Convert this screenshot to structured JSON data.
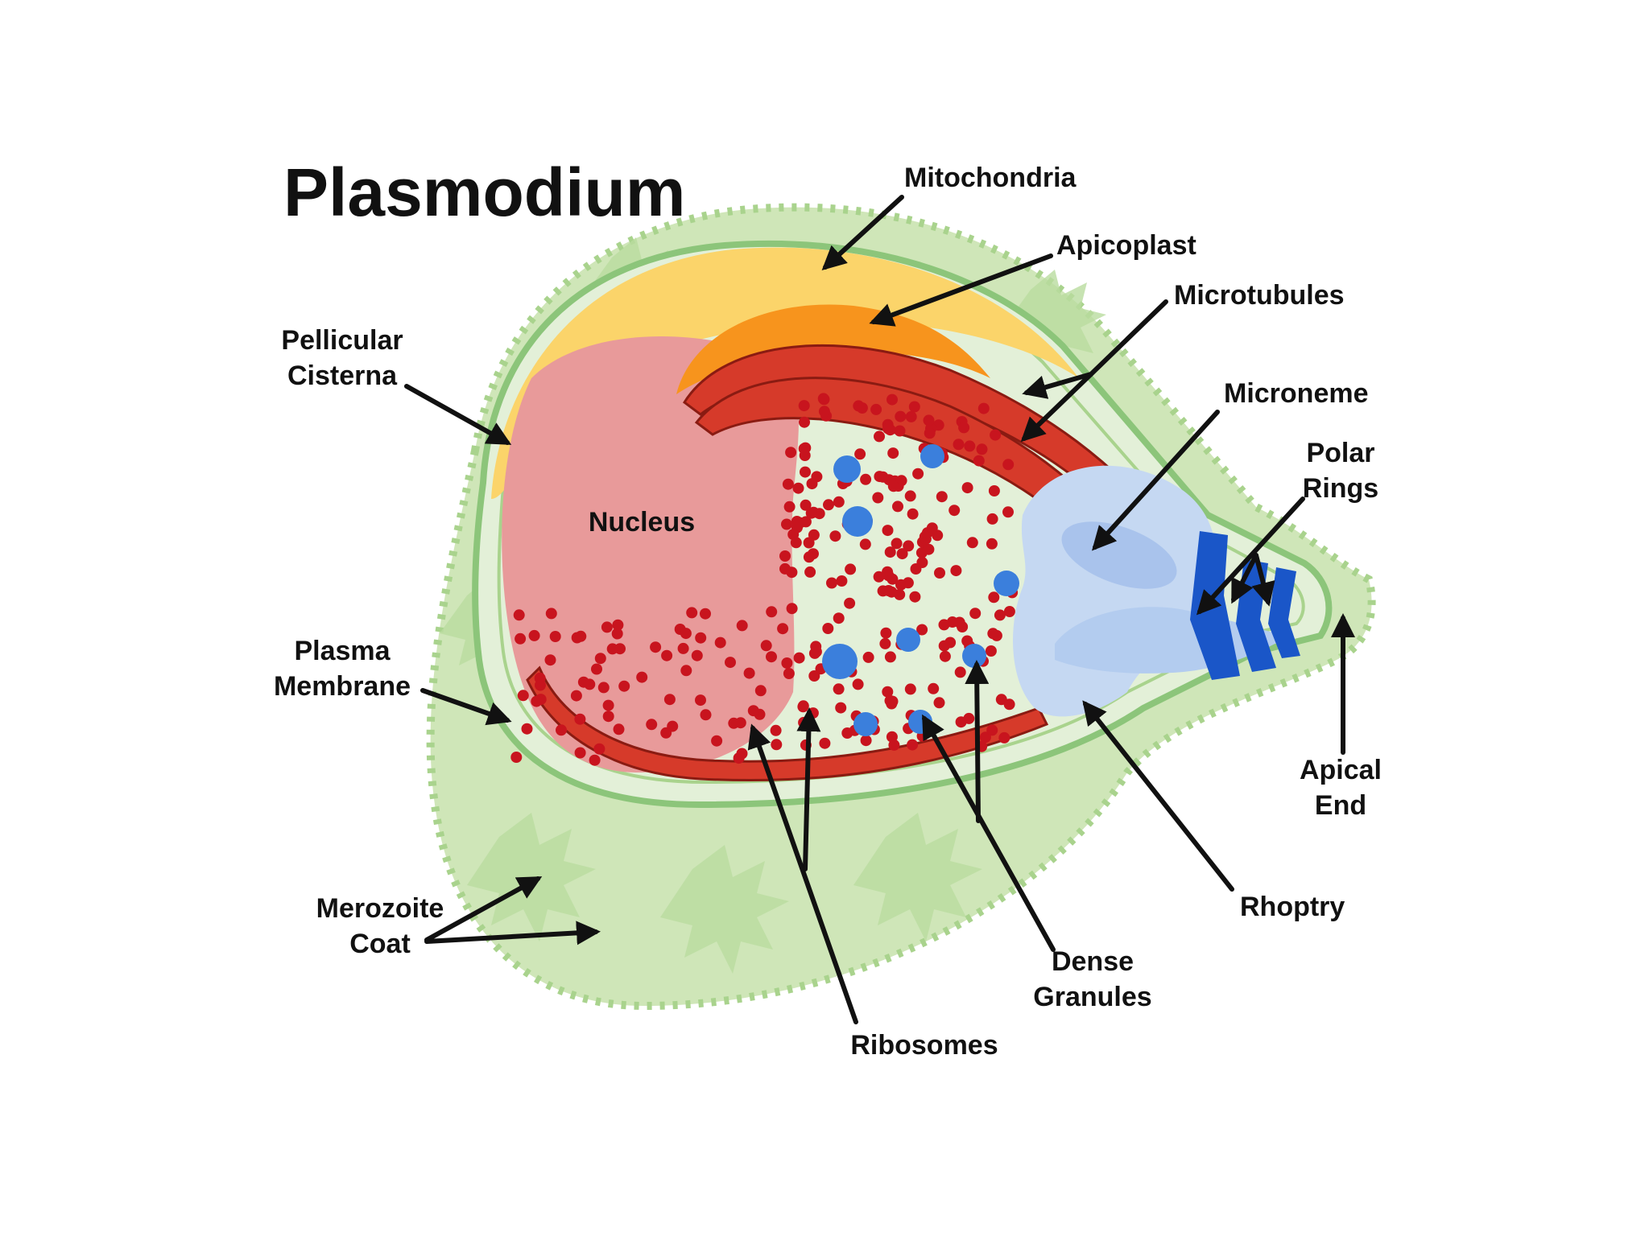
{
  "title": "Plasmodium",
  "labels": {
    "mitochondria": "Mitochondria",
    "apicoplast": "Apicoplast",
    "microtubules": "Microtubules",
    "microneme": "Microneme",
    "polar_rings_1": "Polar",
    "polar_rings_2": "Rings",
    "pellicular_1": "Pellicular",
    "pellicular_2": "Cisterna",
    "nucleus": "Nucleus",
    "plasma_1": "Plasma",
    "plasma_2": "Membrane",
    "apical_1": "Apical",
    "apical_2": "End",
    "rhoptry": "Rhoptry",
    "coat_1": "Merozoite",
    "coat_2": "Coat",
    "dense_1": "Dense",
    "dense_2": "Granules",
    "ribosomes": "Ribosomes"
  },
  "colors": {
    "coat": "#cfe6b8",
    "coat_dark": "#b5d79a",
    "membrane": "#8cc57a",
    "cytoplasm": "#e3f0d8",
    "nucleus": "#e89a9a",
    "mitochondria": "#fbd46a",
    "apicoplast": "#f7941d",
    "microtubule": "#d63a2a",
    "microtubule_edge": "#8a1b12",
    "ribosome": "#c8141e",
    "dense_granule": "#3b7fdc",
    "microneme": "#b3ccef",
    "rhoptry": "#c5d8f2",
    "polar_ring": "#1a56c8"
  }
}
